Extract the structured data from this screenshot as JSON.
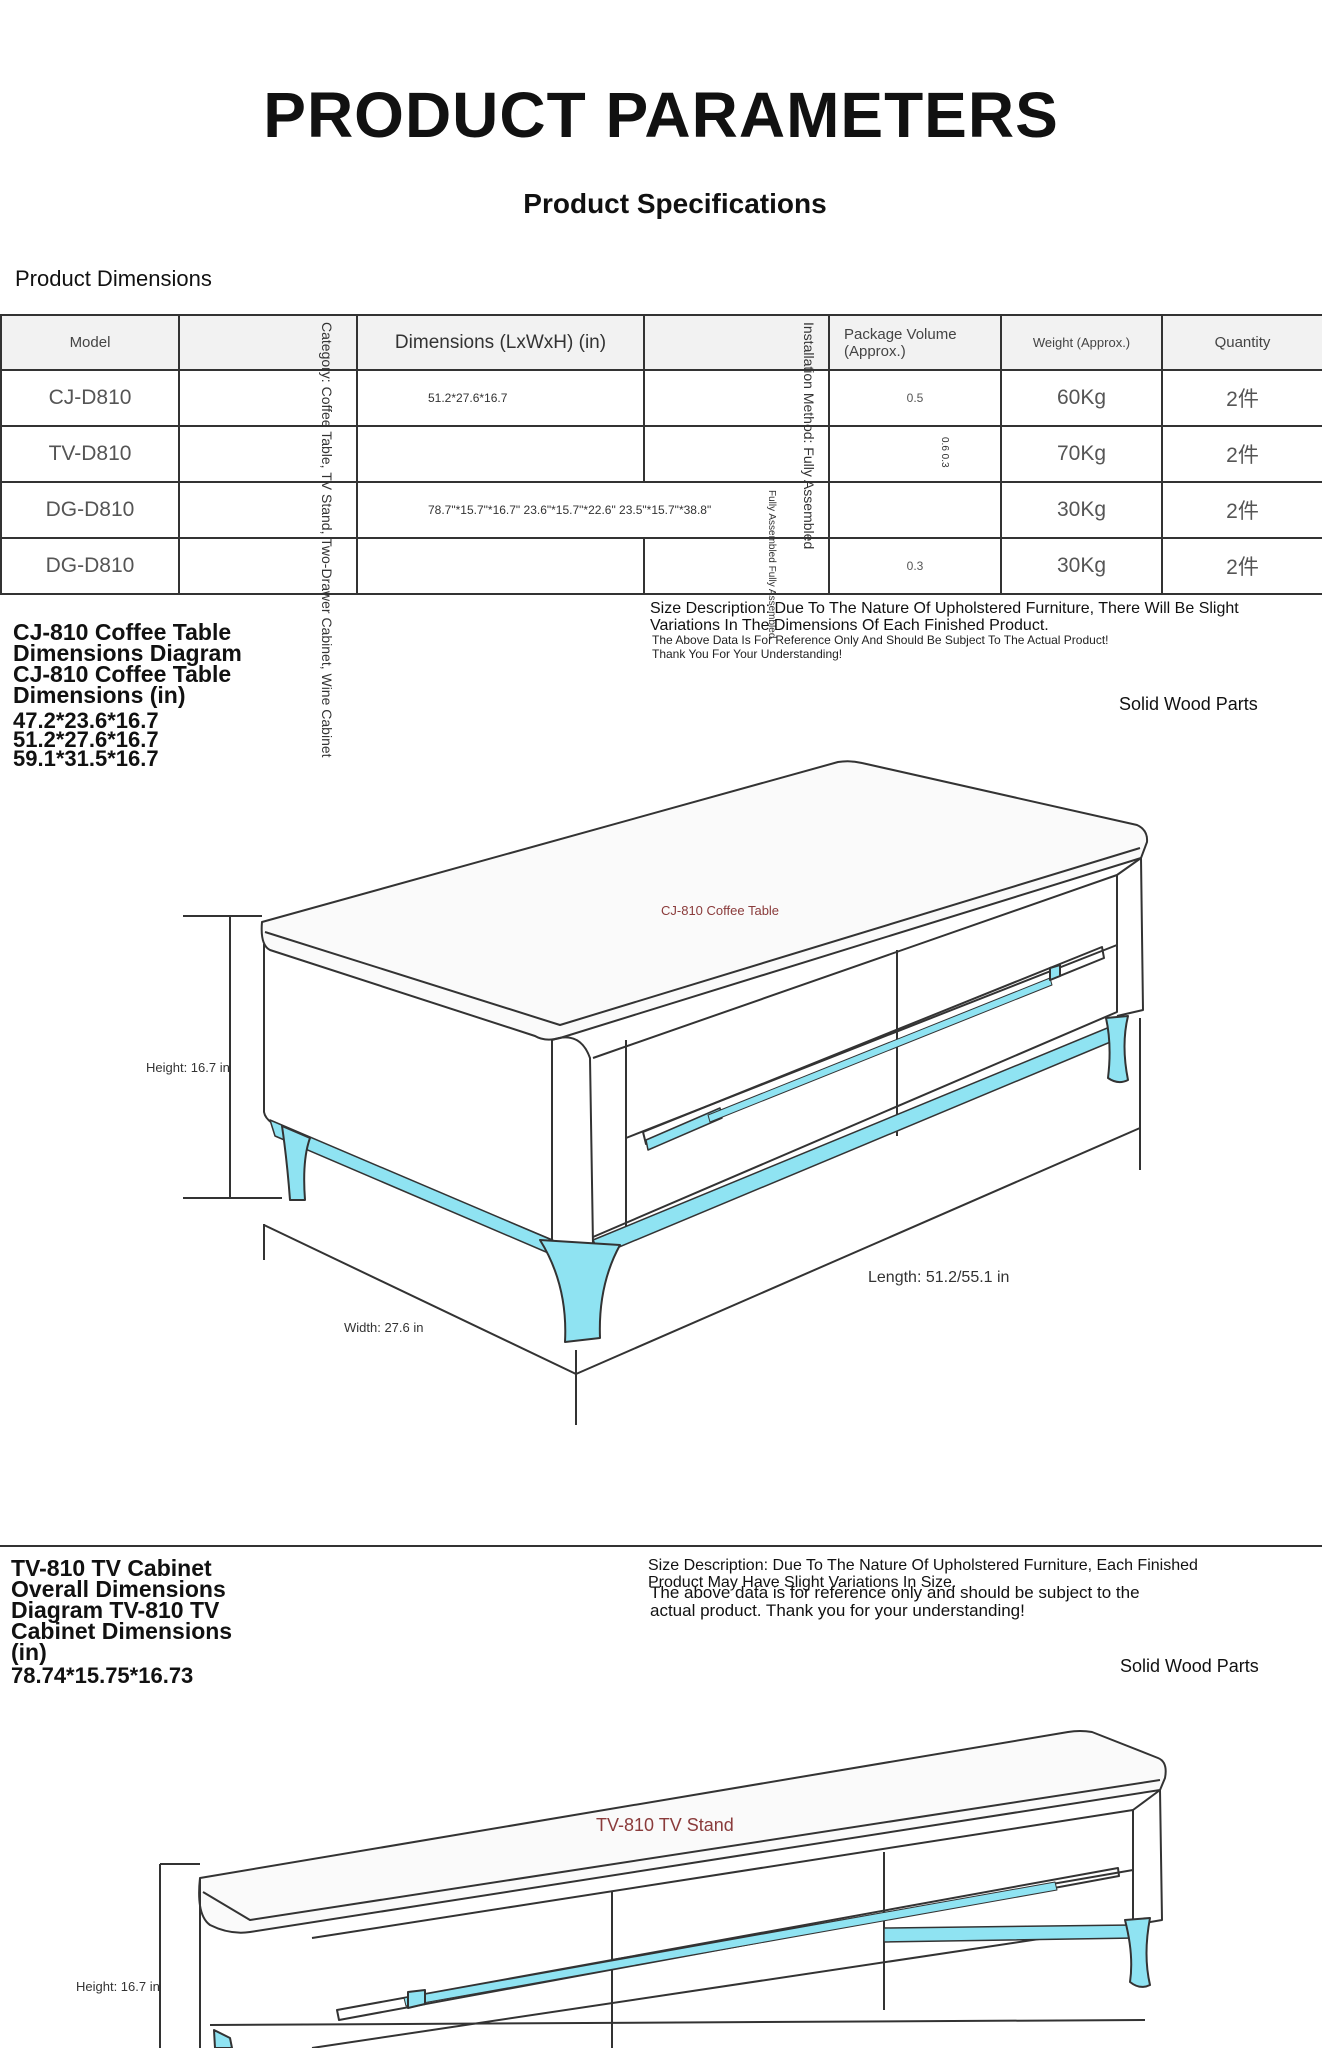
{
  "header": {
    "title": "PRODUCT PARAMETERS",
    "subtitle": "Product Specifications",
    "dims_label": "Product Dimensions"
  },
  "table": {
    "headers": [
      "Model",
      "",
      "Dimensions (LxWxH) (in)",
      "",
      "Package Volume (Approx.)",
      "Weight (Approx.)",
      "Quantity"
    ],
    "rows": [
      {
        "model": "CJ-D810",
        "dims": "51.2*27.6*16.7",
        "pkg": "0.5",
        "weight": "60Kg",
        "qty": "2件"
      },
      {
        "model": "TV-D810",
        "dims": "",
        "pkg": "0.6 0.3",
        "weight": "70Kg",
        "qty": "2件"
      },
      {
        "model": "DG-D810",
        "dims": "78.7\"*15.7\"*16.7\" 23.6\"*15.7\"*22.6\" 23.5\"*15.7\"*38.8\"",
        "pkg": "",
        "weight": "30Kg",
        "qty": "2件"
      },
      {
        "model": "DG-D810",
        "dims": "",
        "pkg": "0.3",
        "weight": "30Kg",
        "qty": "2件"
      }
    ],
    "category_vertical": "Category: Coffee Table, TV Stand, Two-Drawer Cabinet, Wine Cabinet",
    "install_vertical": "Installation Method: Fully Assembled",
    "assembled_vertical": "Fully Assembled Fully Assembled"
  },
  "coffee": {
    "title": "CJ-810 Coffee Table Dimensions Diagram CJ-810 Coffee Table Dimensions (in)",
    "sizes": [
      "47.2*23.6*16.7",
      "51.2*27.6*16.7",
      "59.1*31.5*16.7"
    ],
    "note_main": "Size Description: Due To The Nature Of Upholstered Furniture, There Will Be Slight Variations In The Dimensions Of Each Finished Product.",
    "note_sub": "The Above Data Is For Reference Only And Should Be Subject To The Actual Product! Thank You For Your Understanding!",
    "solid": "Solid Wood Parts",
    "product_name": "CJ-810 Coffee Table",
    "height": "Height: 16.7 in",
    "length": "Length: 51.2/55.1 in",
    "width": "Width: 27.6 in"
  },
  "tv": {
    "title": "TV-810 TV Cabinet Overall Dimensions Diagram TV-810 TV Cabinet Dimensions (in)",
    "size": "78.74*15.75*16.73",
    "note_main": "Size Description: Due To The Nature Of Upholstered Furniture, Each Finished Product May Have Slight Variations In Size.",
    "note_sub": "The above data is for reference only and should be subject to the actual product. Thank you for your understanding!",
    "solid": "Solid Wood Parts",
    "product_name": "TV-810 TV Stand",
    "height": "Height: 16.7 in"
  },
  "colors": {
    "accent_blue": "#8fe3f2",
    "line": "#333333",
    "product_name": "#8a3b3b"
  }
}
